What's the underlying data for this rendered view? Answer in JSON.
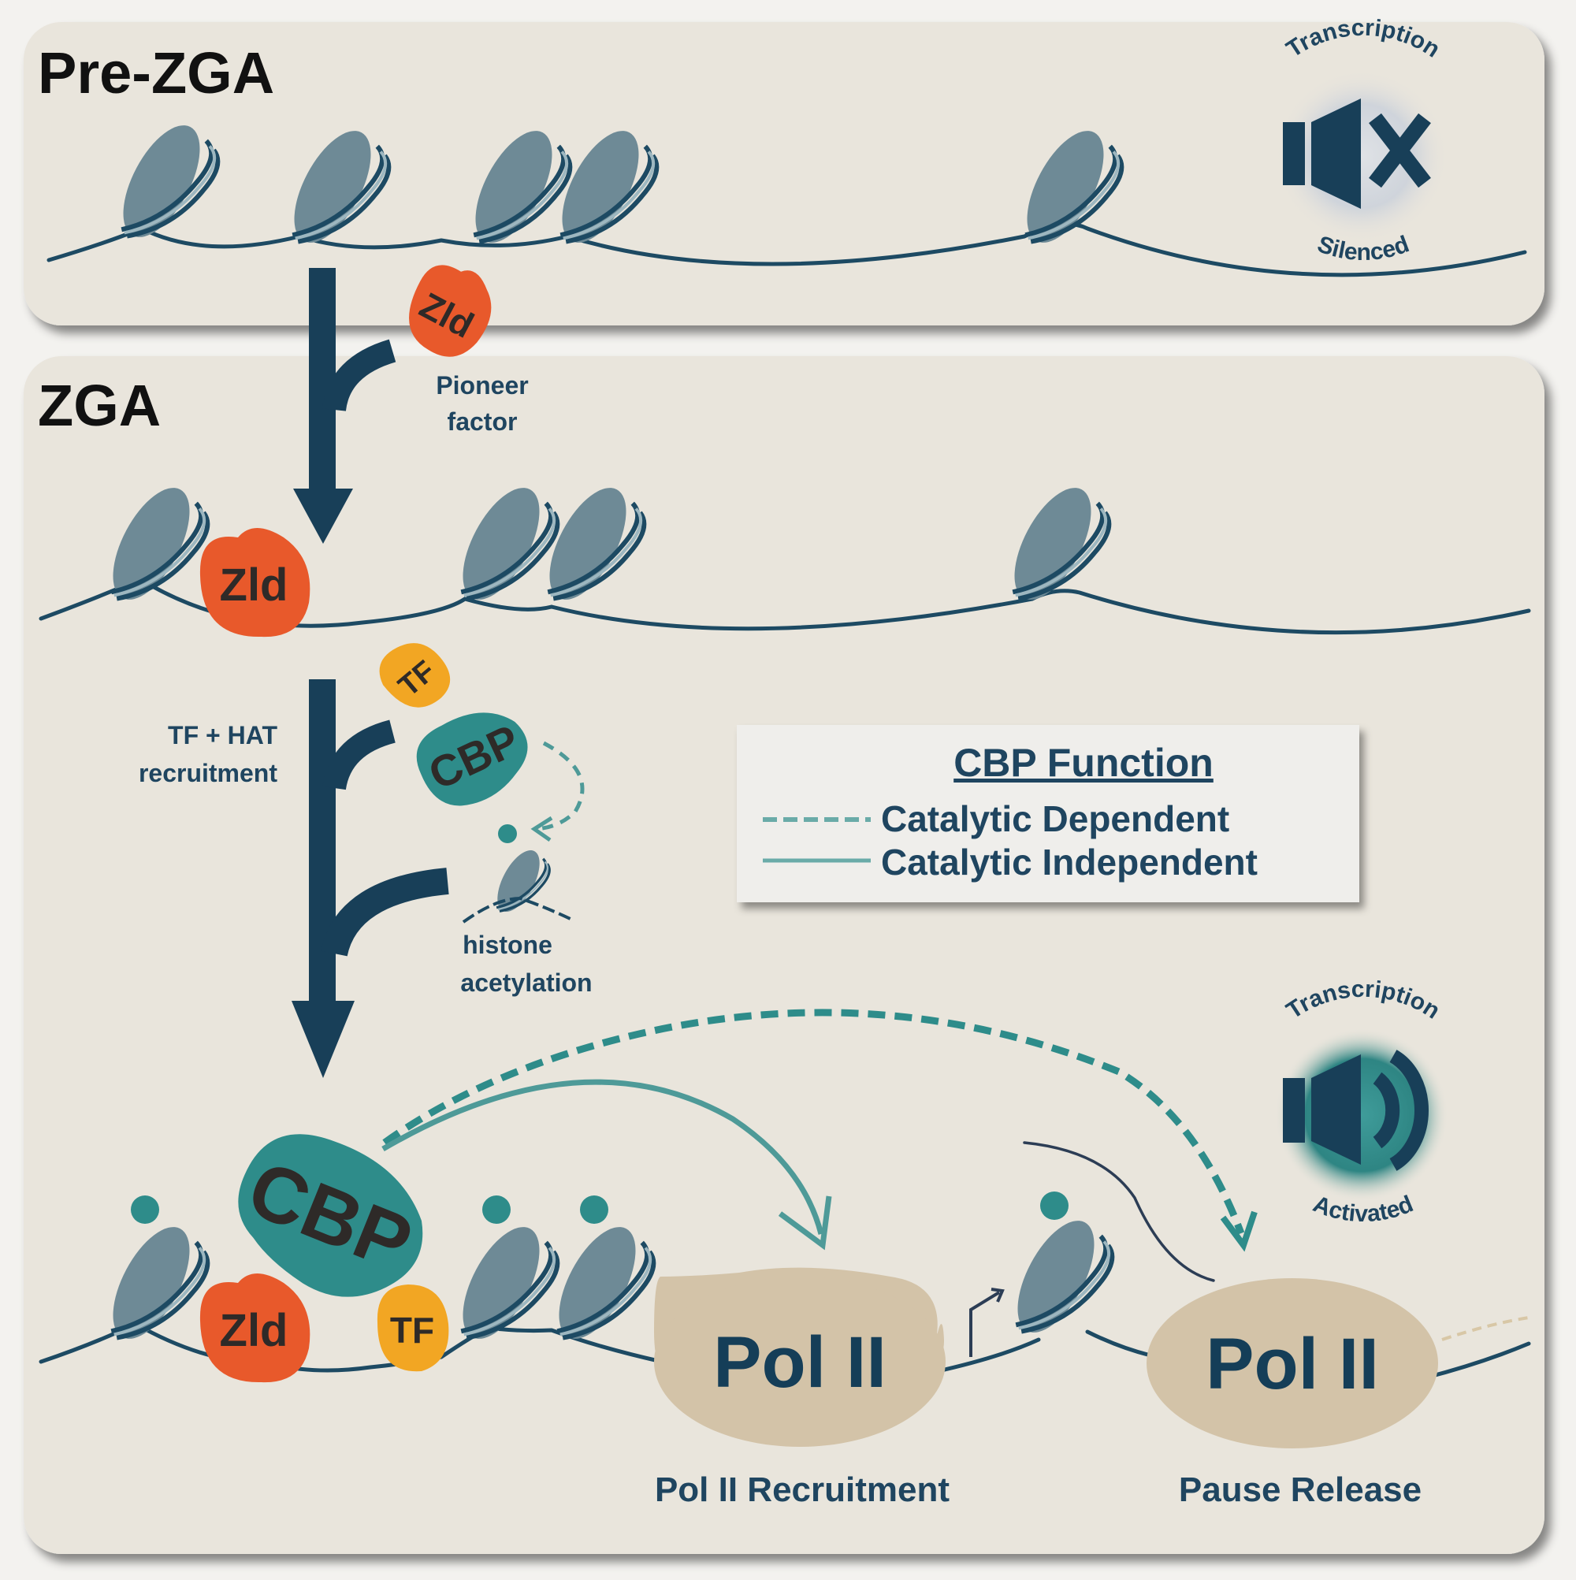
{
  "stages": {
    "pre_zga": {
      "title": "Pre-ZGA"
    },
    "zga": {
      "title": "ZGA"
    }
  },
  "steps": {
    "pioneer": {
      "line1": "Pioneer",
      "line2": "factor"
    },
    "recruitment": {
      "line1": "TF + HAT",
      "line2": "recruitment"
    },
    "acetylation": {
      "line1": "histone",
      "line2": "acetylation"
    }
  },
  "proteins": {
    "zld": "Zld",
    "tf": "TF",
    "cbp": "CBP",
    "pol2": "Pol II"
  },
  "status_silenced": {
    "top": "Transcription",
    "bottom": "Silenced",
    "icon": "speaker-muted-icon"
  },
  "status_activated": {
    "top": "Transcription",
    "bottom": "Activated",
    "icon": "speaker-sound-icon"
  },
  "legend": {
    "title": "CBP Function",
    "items": [
      {
        "style": "dashed",
        "label": "Catalytic Dependent"
      },
      {
        "style": "solid",
        "label": "Catalytic Independent"
      }
    ]
  },
  "outcomes": {
    "recruitment": "Pol II Recruitment",
    "pause_release": "Pause Release"
  },
  "colors": {
    "panel": "#e9e5dc",
    "navy": "#183f58",
    "zld": "#e8592b",
    "tf": "#f2a623",
    "cbp": "#2e8c8a",
    "pol2": "#d3c3a8",
    "nucleosome": "#6e8a96",
    "teal_arrow": "#4e9a98"
  }
}
